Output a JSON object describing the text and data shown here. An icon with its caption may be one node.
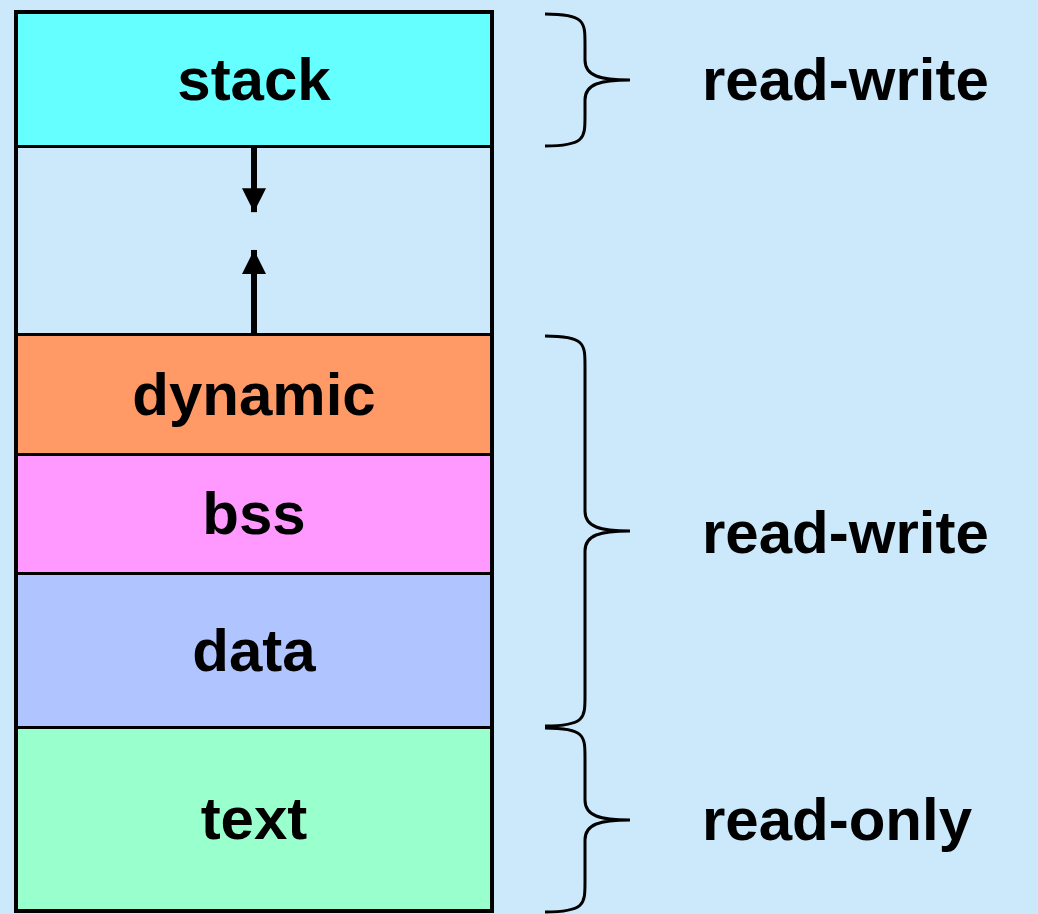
{
  "diagram": {
    "nodes": [
      {
        "text": [
          "stack"
        ]
      },
      {
        "text": [],
        "shape": "box"
      },
      {
        "text": [
          "dynamic"
        ]
      },
      {
        "text": [
          "bss"
        ]
      },
      {
        "text": [
          "data"
        ]
      },
      {
        "text": [
          "text"
        ]
      }
    ],
    "edges": [
      {
        "from": 0,
        "to": 1,
        "arrow": "to"
      },
      {
        "from": 2,
        "to": 1,
        "arrow": "to"
      }
    ],
    "labels": [
      "read-write",
      "read-write",
      "read-only"
    ]
  }
}
